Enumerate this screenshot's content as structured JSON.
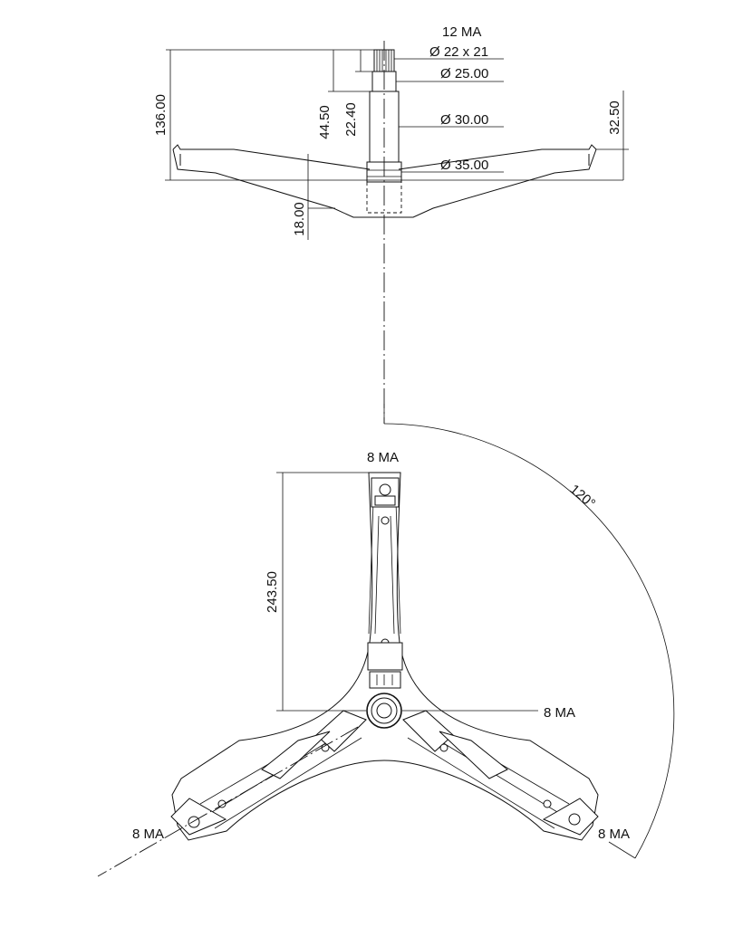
{
  "labels": {
    "spline_spec": "12 MA",
    "spline_dia": "Ø 22 x 21",
    "dia_25": "Ø 25.00",
    "dia_30": "Ø 30.00",
    "dia_35": "Ø 35.00",
    "height_total": "136.00",
    "height_4450": "44.50",
    "height_2240": "22.40",
    "height_3250": "32.50",
    "height_1800": "18.00",
    "arm_length": "243.50",
    "angle": "120°",
    "thread_top": "8 MA",
    "thread_center": "8 MA",
    "thread_left": "8 MA",
    "thread_right": "8 MA"
  }
}
